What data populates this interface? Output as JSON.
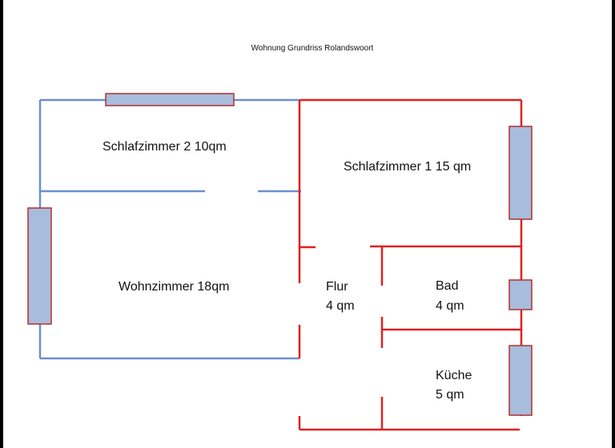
{
  "title": "Wohnung Grundriss Rolandswoort",
  "rooms": {
    "schlafzimmer2": "Schlafzimmer 2 10qm",
    "schlafzimmer1": "Schlafzimmer 1 15 qm",
    "wohnzimmer": "Wohnzimmer 18qm",
    "flur_name": "Flur",
    "flur_area": "4 qm",
    "bad_name": "Bad",
    "bad_area": "4 qm",
    "kueche_name": "Küche",
    "kueche_area": "5 qm"
  },
  "colors": {
    "blue_walls": "#6b8fd0",
    "red_walls": "#e02020",
    "window_fill": "#a8bcdc",
    "window_stroke": "#b03030"
  }
}
